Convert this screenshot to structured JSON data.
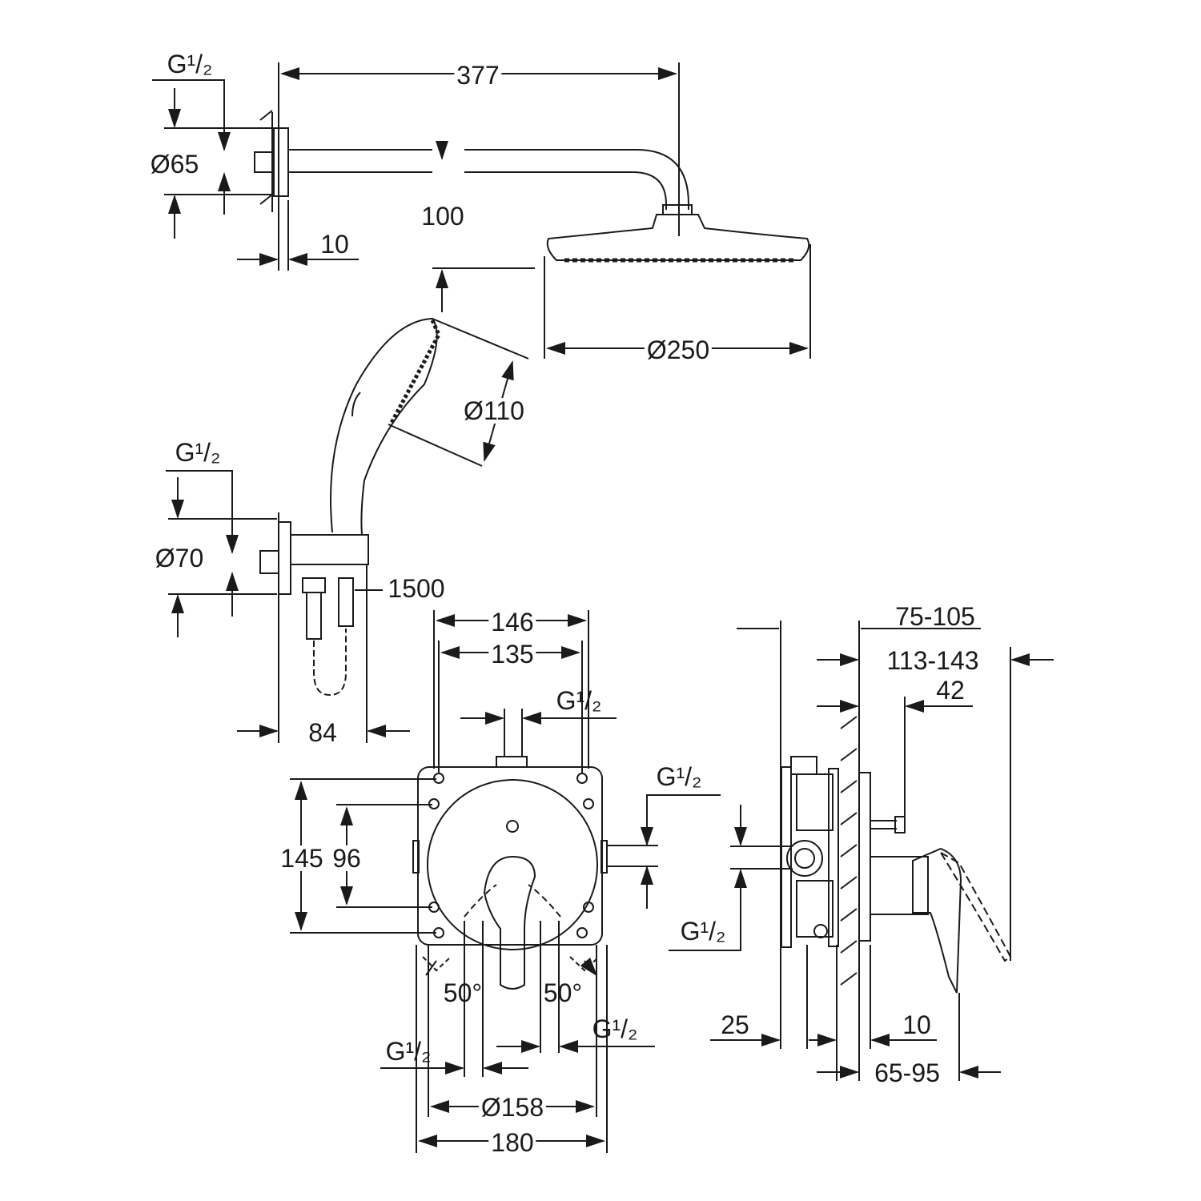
{
  "title": "Shower system dimension drawing",
  "overhead_shower": {
    "arm_length": "377",
    "thread": "G¹/₂",
    "flange_diameter": "Ø65",
    "arm_drop": "100",
    "flange_depth": "10",
    "head_diameter": "Ø250"
  },
  "hand_shower": {
    "head_diameter": "Ø110",
    "thread": "G¹/₂",
    "outlet_diameter": "Ø70",
    "hose_length": "1500",
    "projection": "84"
  },
  "mixer_front": {
    "box_width_outer": "146",
    "box_width_inner": "135",
    "top_thread": "G¹/₂",
    "right_thread": "G¹/₂",
    "box_height": "145",
    "mount_spacing": "96",
    "angle_left": "50°",
    "angle_right": "50°",
    "bottom_left_thread": "G¹/₂",
    "bottom_right_thread": "G¹/₂",
    "rosette_diameter": "Ø158",
    "rosette_width": "180"
  },
  "mixer_side": {
    "install_depth": "75-105",
    "total_depth": "113-143",
    "stop_depth": "42",
    "thread": "G¹/₂",
    "wall_offset": "25",
    "plate_depth": "10",
    "lever_range": "65-95"
  }
}
